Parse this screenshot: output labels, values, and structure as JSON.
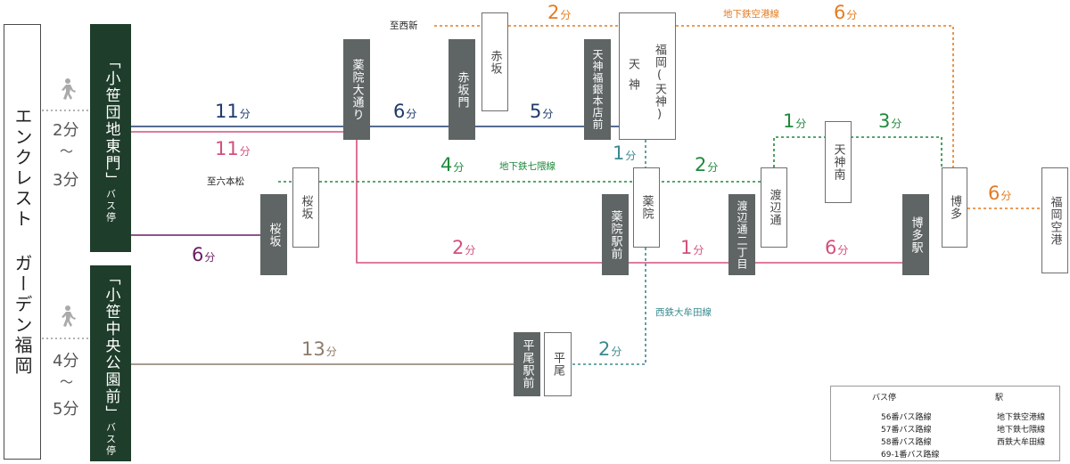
{
  "destination": {
    "name": "エンクレスト ガーデン福岡"
  },
  "origins": [
    {
      "label": "「小笹団地東門」",
      "suffix": "バス停",
      "walk_a": "2分",
      "walk_tilde": "～",
      "walk_b": "3分"
    },
    {
      "label": "「小笹中央公園前」",
      "suffix": "バス停",
      "walk_a": "4分",
      "walk_tilde": "～",
      "walk_b": "5分"
    }
  ],
  "bus_stops": {
    "yakuin_odori": "薬院大通り",
    "akasakamon": "赤坂門",
    "tenjin_fukugin": "天神福銀本店前",
    "sakurazaka": "桜坂",
    "yakuin_eki": "薬院駅前",
    "watanabe_2": "渡辺通二丁目",
    "hakata_eki": "博多駅",
    "hirao_eki": "平尾駅前"
  },
  "stations": {
    "akasaka": "赤坂",
    "tenjin": "天神",
    "fukuoka_tenjin": "福岡(天神)",
    "sakurazaka": "桜坂",
    "yakuin": "薬院",
    "watanabedori": "渡辺通",
    "tenjin_minami": "天神南",
    "hakata": "博多",
    "fukuoka_airport": "福岡空港",
    "hirao": "平尾"
  },
  "times": {
    "t11_blue": "11",
    "t11_pink": "11",
    "t6_purple": "6",
    "t6_blue": "6",
    "t5_blue": "5",
    "t2_pink": "2",
    "t1_pink": "1",
    "t6_pink": "6",
    "t13_brown": "13",
    "t2_orange": "2",
    "t6_orange": "6",
    "t6_airport": "6",
    "t4_green": "4",
    "t1_green_tenjin": "1",
    "t3_green": "3",
    "t2_green": "2",
    "t1_teal": "1",
    "t2_teal": "2",
    "unit": "分"
  },
  "labels": {
    "to_nishijin": "至西新",
    "to_ropponmatsu": "至六本松",
    "airport_line": "地下鉄空港線",
    "nanakuma_line": "地下鉄七隈線",
    "omuta_line": "西鉄大牟田線"
  },
  "legend": {
    "bus_stop": "バス停",
    "station": "駅",
    "bus56": "56番バス路線",
    "bus57": "57番バス路線",
    "bus58": "58番バス路線",
    "bus69": "69-1番バス路線",
    "airport": "地下鉄空港線",
    "nanakuma": "地下鉄七隈線",
    "omuta": "西鉄大牟田線"
  },
  "colors": {
    "bus56": "#1f3a6e",
    "bus57": "#6a1d63",
    "bus58": "#d3507c",
    "bus69": "#8c7b6a",
    "airport": "#e47c22",
    "nanakuma": "#1f8a3c",
    "omuta": "#3a8a8e",
    "stop": "#5f6564",
    "origin": "#1e3d2a"
  }
}
